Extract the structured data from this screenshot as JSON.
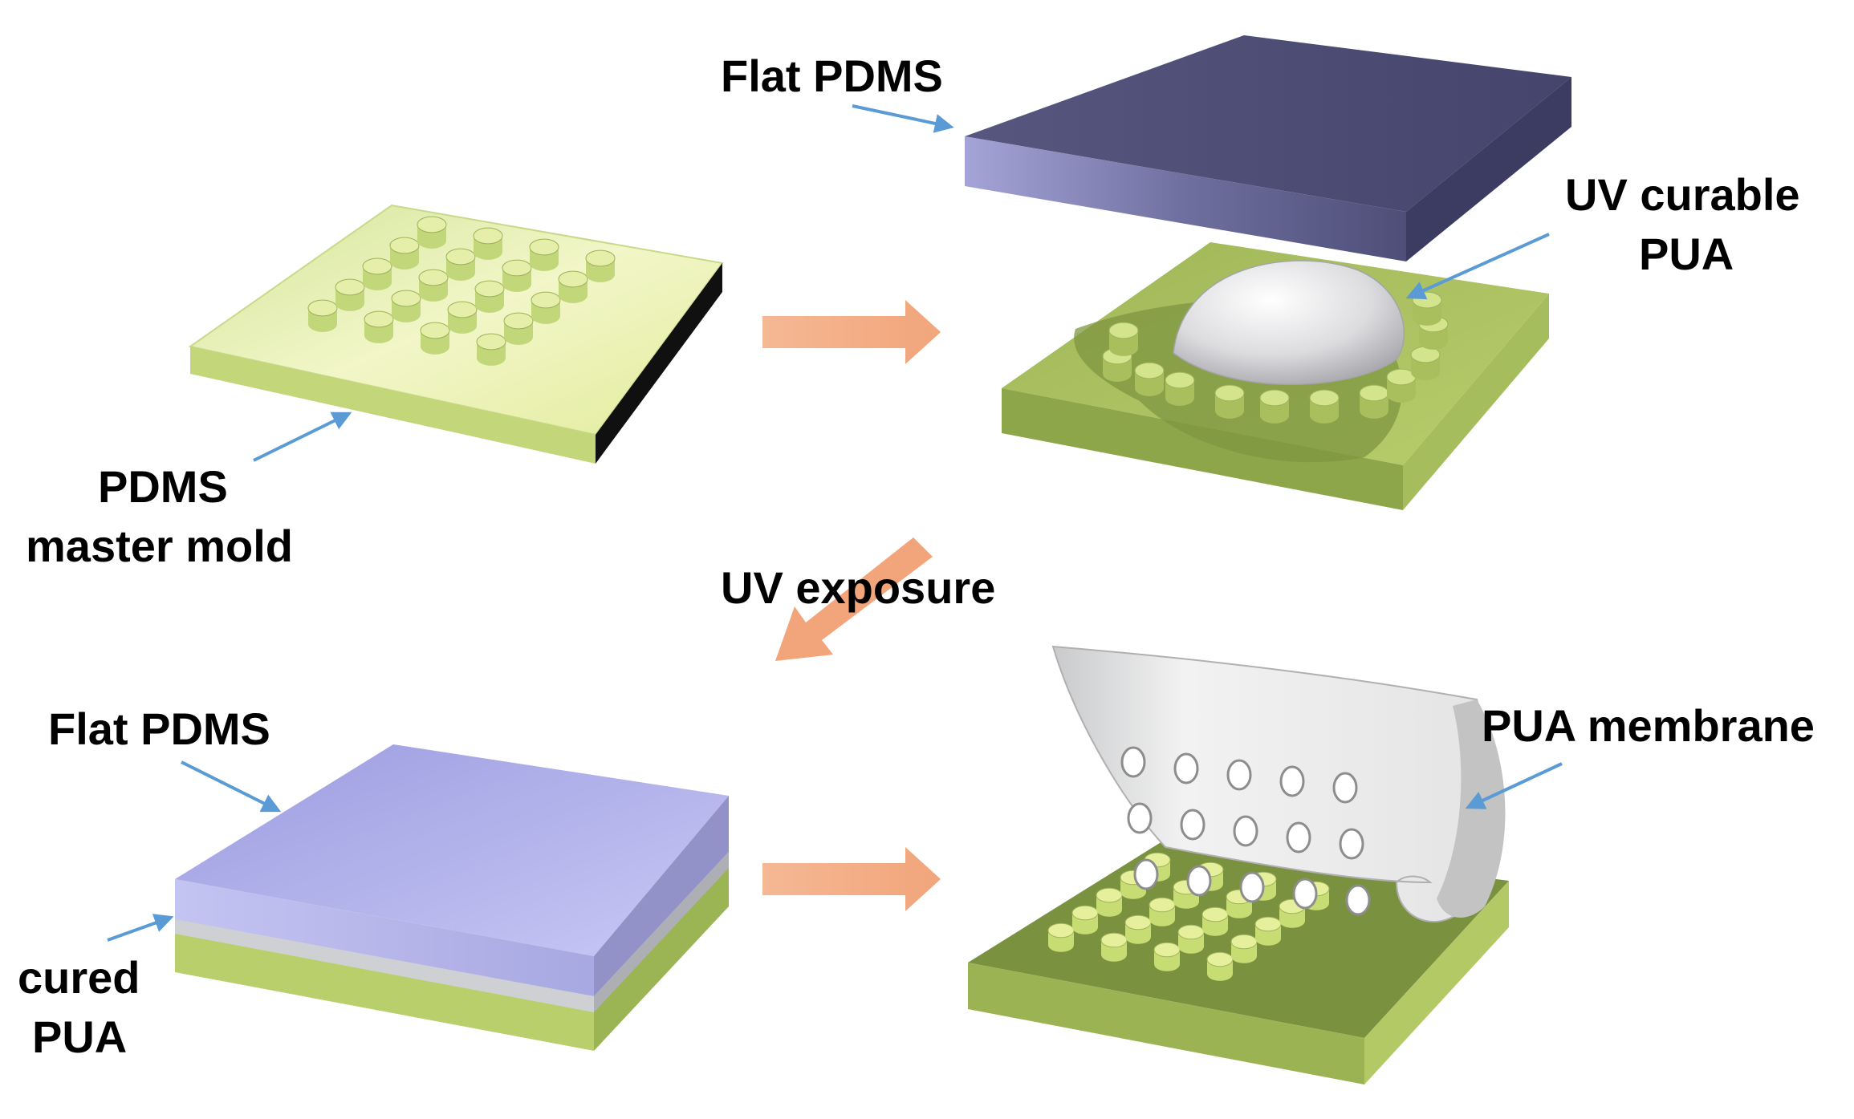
{
  "labels": {
    "flat_pdms_top": "Flat PDMS",
    "uv_curable_line1": "UV curable",
    "uv_curable_line2": "PUA",
    "pdms_master_line1": "PDMS",
    "pdms_master_line2": "master mold",
    "uv_exposure": "UV exposure",
    "flat_pdms_bottom": "Flat PDMS",
    "cured_line1": "cured",
    "cured_line2": "PUA",
    "pua_membrane": "PUA membrane"
  },
  "colors": {
    "mold_top_light": "#f4f8c2",
    "mold_top_dark": "#d6e88e",
    "mold_front": "#c2d873",
    "mold_dark": "#7d9142",
    "pdms_dark": "#5a5a8a",
    "pdms_light": "#bcbcf0",
    "pua_gray": "#cfd0d4",
    "process_arrow": "#f3ac84",
    "pointer_arrow": "#5b9bd5"
  }
}
